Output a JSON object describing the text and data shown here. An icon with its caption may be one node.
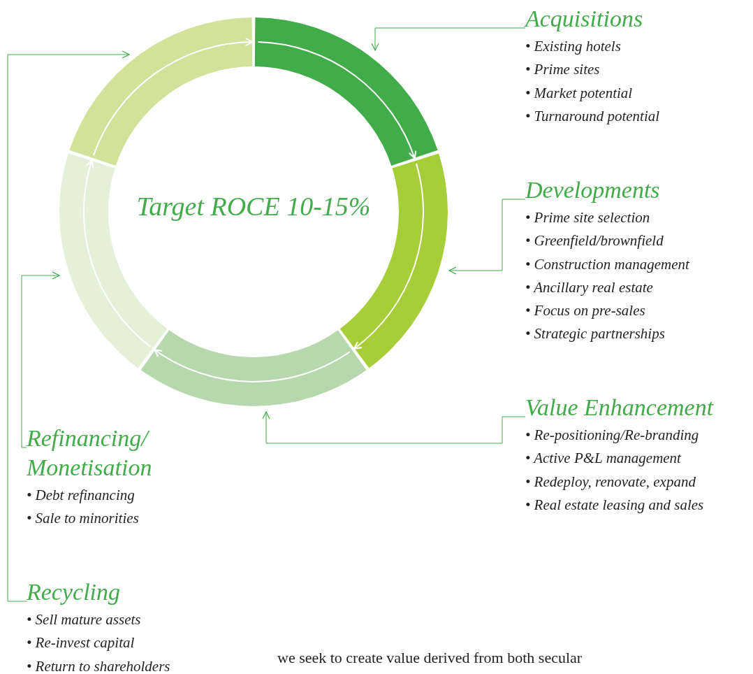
{
  "diagram": {
    "nodes": [
      {
        "text": [],
        "shape": "arc"
      },
      {
        "text": [],
        "shape": "arc"
      },
      {
        "text": [],
        "shape": "arc"
      },
      {
        "text": [],
        "shape": "arc"
      },
      {
        "text": [],
        "shape": "arc"
      },
      {
        "text": [
          "Acquisitions",
          "• Existing hotels",
          "• Prime sites",
          "• Market potential",
          "• Turnaround potential"
        ]
      },
      {
        "text": [
          "Developments",
          "• Prime site selection",
          "• Greenfield/brownfield",
          "• Construction management",
          "• Ancillary real estate",
          "• Focus on pre-sales",
          "• Strategic partnerships"
        ]
      },
      {
        "text": [
          "Value Enhancement",
          "• Re-positioning/Re-branding",
          "• Active P&L management",
          "• Redeploy, renovate, expand",
          "• Real estate leasing and sales"
        ]
      },
      {
        "text": [
          "Refinancing/ Monetisation",
          "• Debt refinancing",
          "• Sale to minorities"
        ]
      },
      {
        "text": [
          "Recycling",
          "• Sell mature assets",
          "• Re-invest capital",
          "• Return to shareholders"
        ]
      }
    ],
    "edges": [
      {
        "from": 5,
        "to": 0,
        "arrow": "to"
      },
      {
        "from": 6,
        "to": 1,
        "arrow": "to"
      },
      {
        "from": 7,
        "to": 2,
        "arrow": "to"
      },
      {
        "from": 8,
        "to": 3,
        "arrow": "to"
      },
      {
        "from": 9,
        "to": 4,
        "arrow": "to"
      },
      {
        "from": 0,
        "to": 1,
        "arrow": "to",
        "color": "#ffffff"
      },
      {
        "from": 1,
        "to": 2,
        "arrow": "to",
        "color": "#ffffff"
      },
      {
        "from": 2,
        "to": 3,
        "arrow": "to",
        "color": "#ffffff"
      },
      {
        "from": 3,
        "to": 4,
        "arrow": "to",
        "color": "#ffffff"
      },
      {
        "from": 4,
        "to": 0,
        "arrow": "to",
        "color": "#ffffff"
      }
    ],
    "labels": [
      "Target ROCE 10-15%",
      "we seek to create value derived from both secular"
    ]
  }
}
